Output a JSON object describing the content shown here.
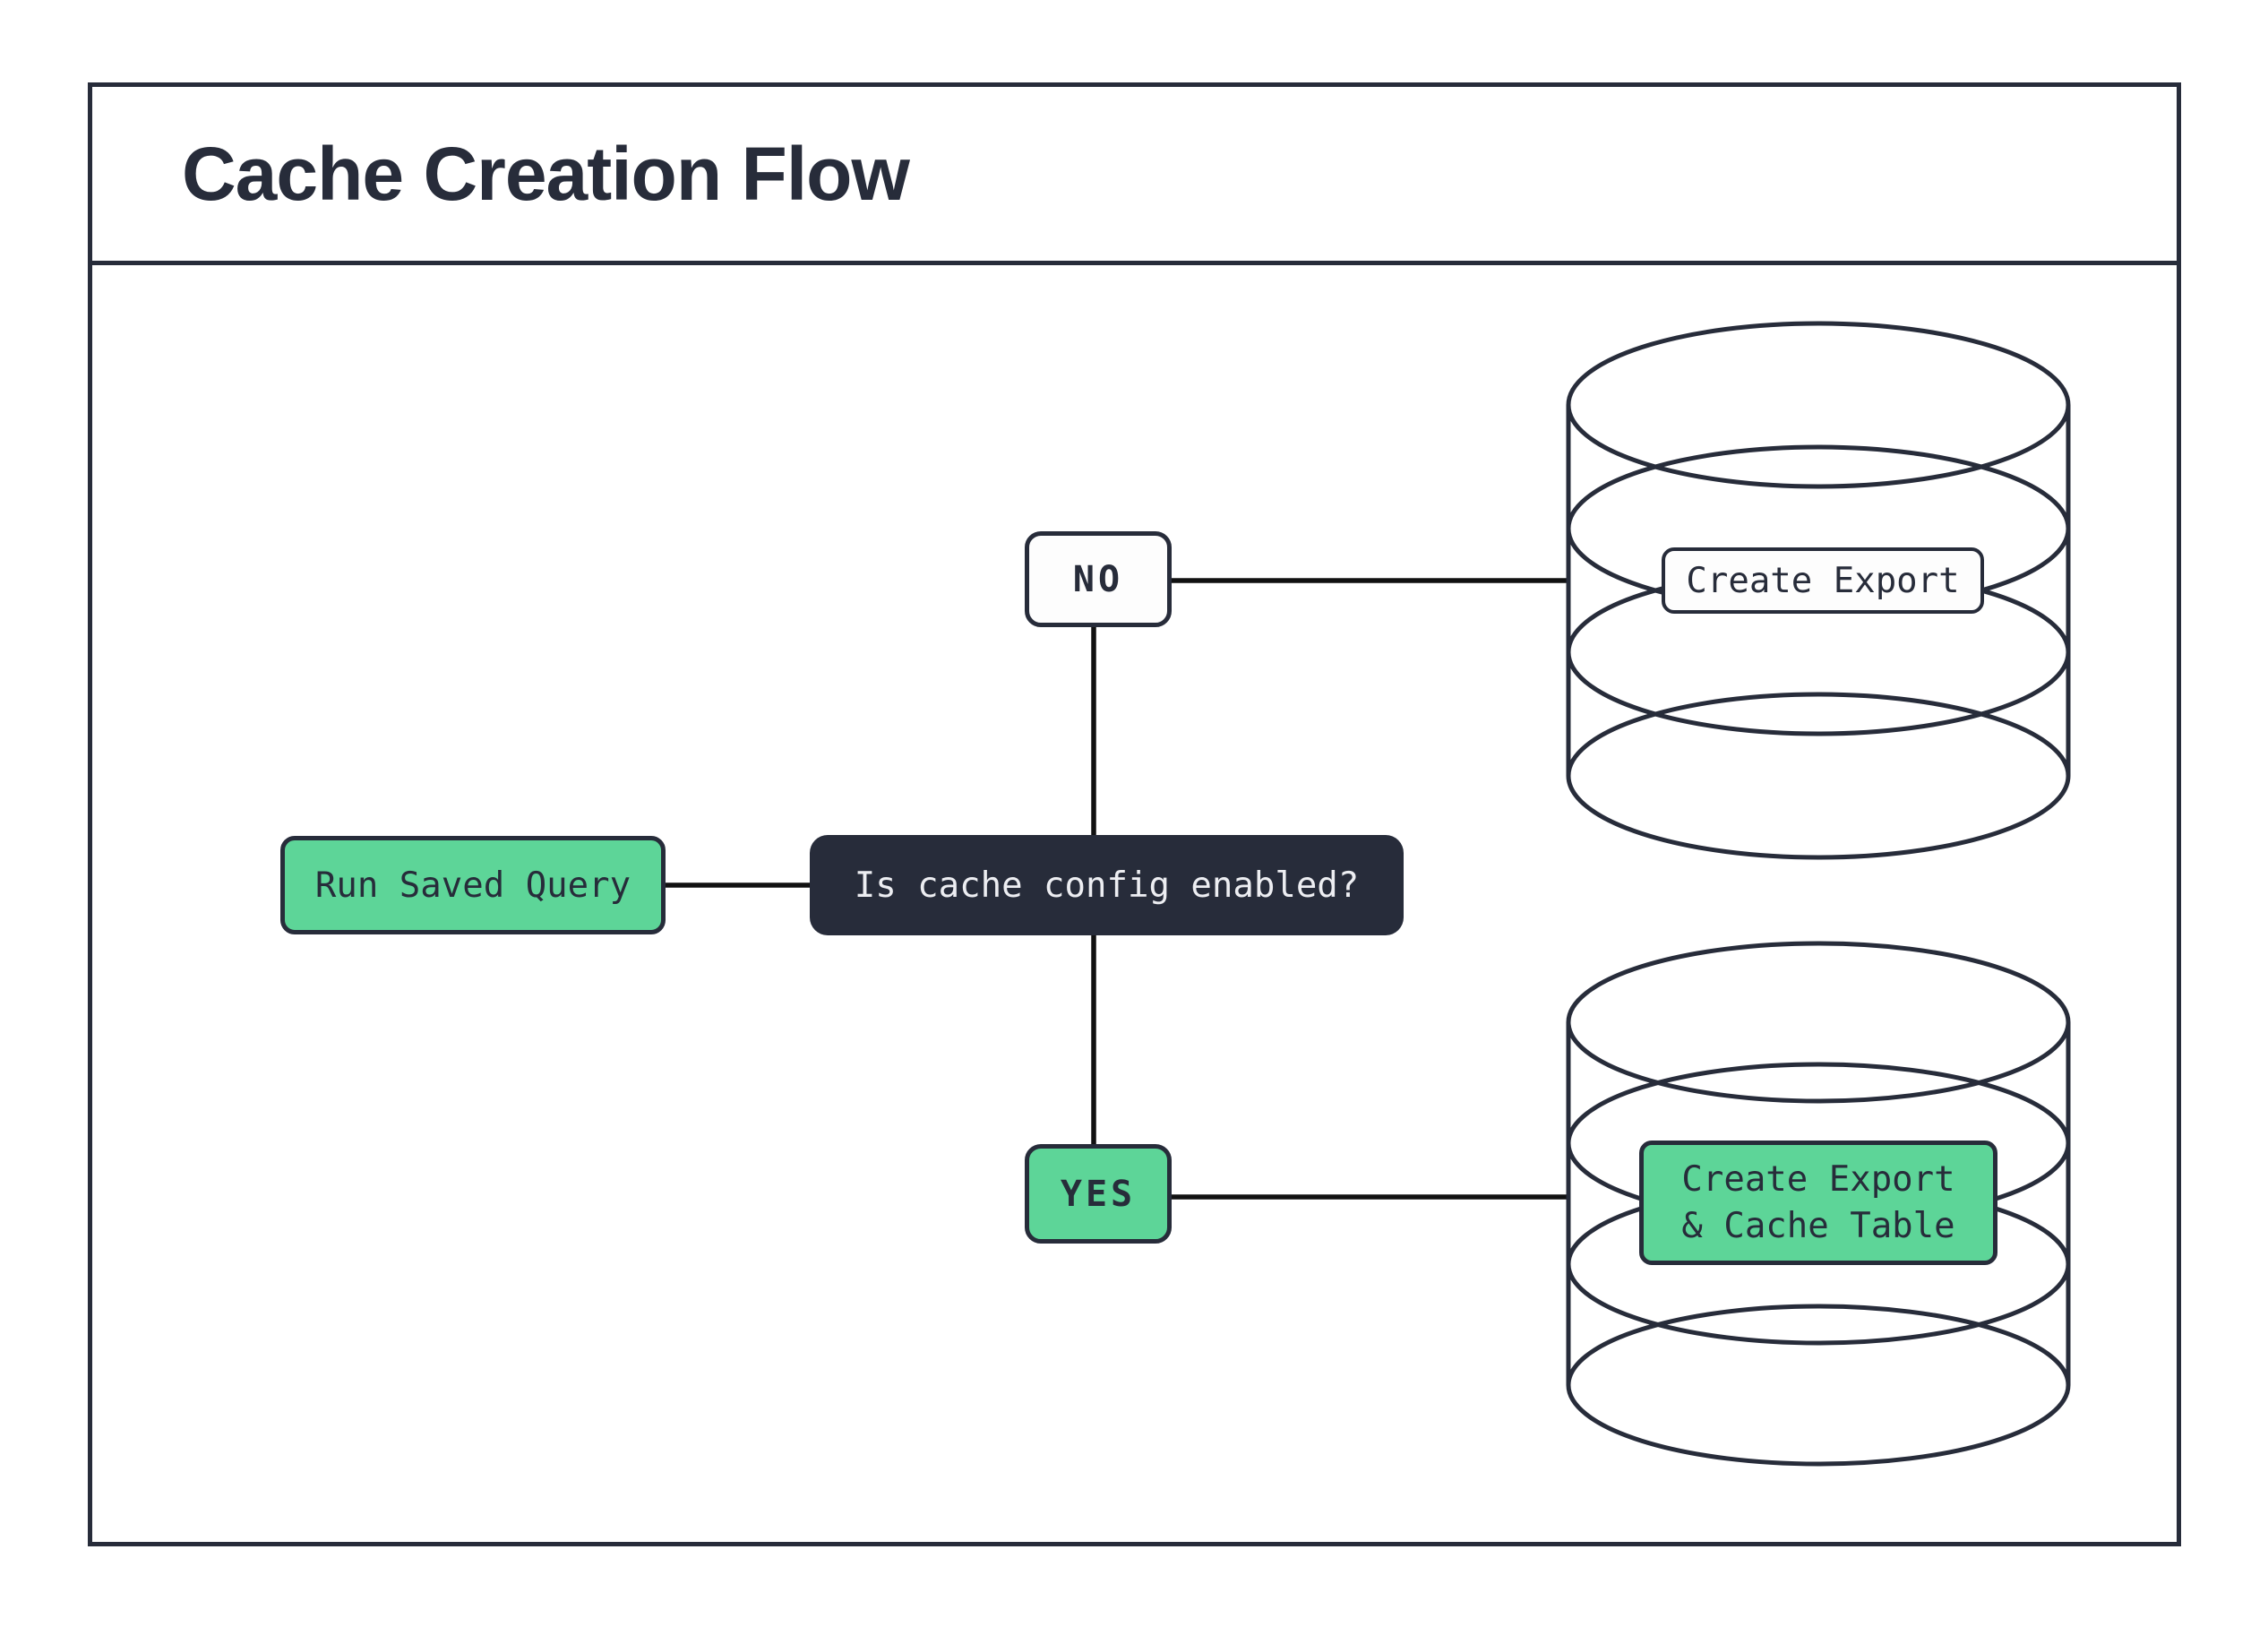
{
  "header": {
    "title": "Cache Creation Flow"
  },
  "flow": {
    "start": {
      "label": "Run Saved Query"
    },
    "decision": {
      "label": "Is cache config enabled?"
    },
    "branch_no": {
      "label": "NO"
    },
    "branch_yes": {
      "label": "YES"
    },
    "no_outcome": {
      "label": "Create Export"
    },
    "yes_outcome": {
      "line1": "Create Export",
      "line2": "& Cache Table"
    }
  },
  "icons": {
    "no_outcome_icon": "database-cylinder-icon",
    "yes_outcome_icon": "database-cylinder-icon"
  },
  "colors": {
    "green": "#5DD598",
    "navy": "#272C3A",
    "connector": "#111111",
    "background": "#FFFFFF"
  }
}
